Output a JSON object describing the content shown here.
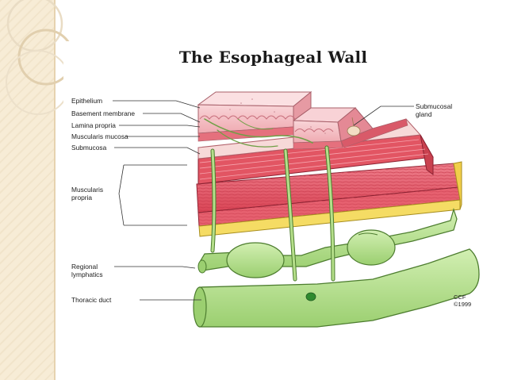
{
  "title": "The Esophageal Wall",
  "labels": {
    "epithelium": "Epithelium",
    "basement_membrane": "Basement membrane",
    "lamina_propria": "Lamina propria",
    "muscularis_mucosa": "Muscularis mucosa",
    "submucosa": "Submucosa",
    "muscularis_propria_1": "Muscularis",
    "muscularis_propria_2": "propria",
    "regional_lymphatics_1": "Regional",
    "regional_lymphatics_2": "lymphatics",
    "thoracic_duct": "Thoracic duct",
    "submucosal_gland_1": "Submucosal",
    "submucosal_gland_2": "gland"
  },
  "credit": {
    "line1": "CCF",
    "line2": "©1999"
  },
  "colors": {
    "slide_band": "#f7ecd6",
    "epithelium": "#f2b9bf",
    "muscle": "#e25563",
    "muscle_light": "#f08b96",
    "adipose": "#f5dc64",
    "lymph": "#b5df8a",
    "lymph_dark": "#7cb355"
  }
}
